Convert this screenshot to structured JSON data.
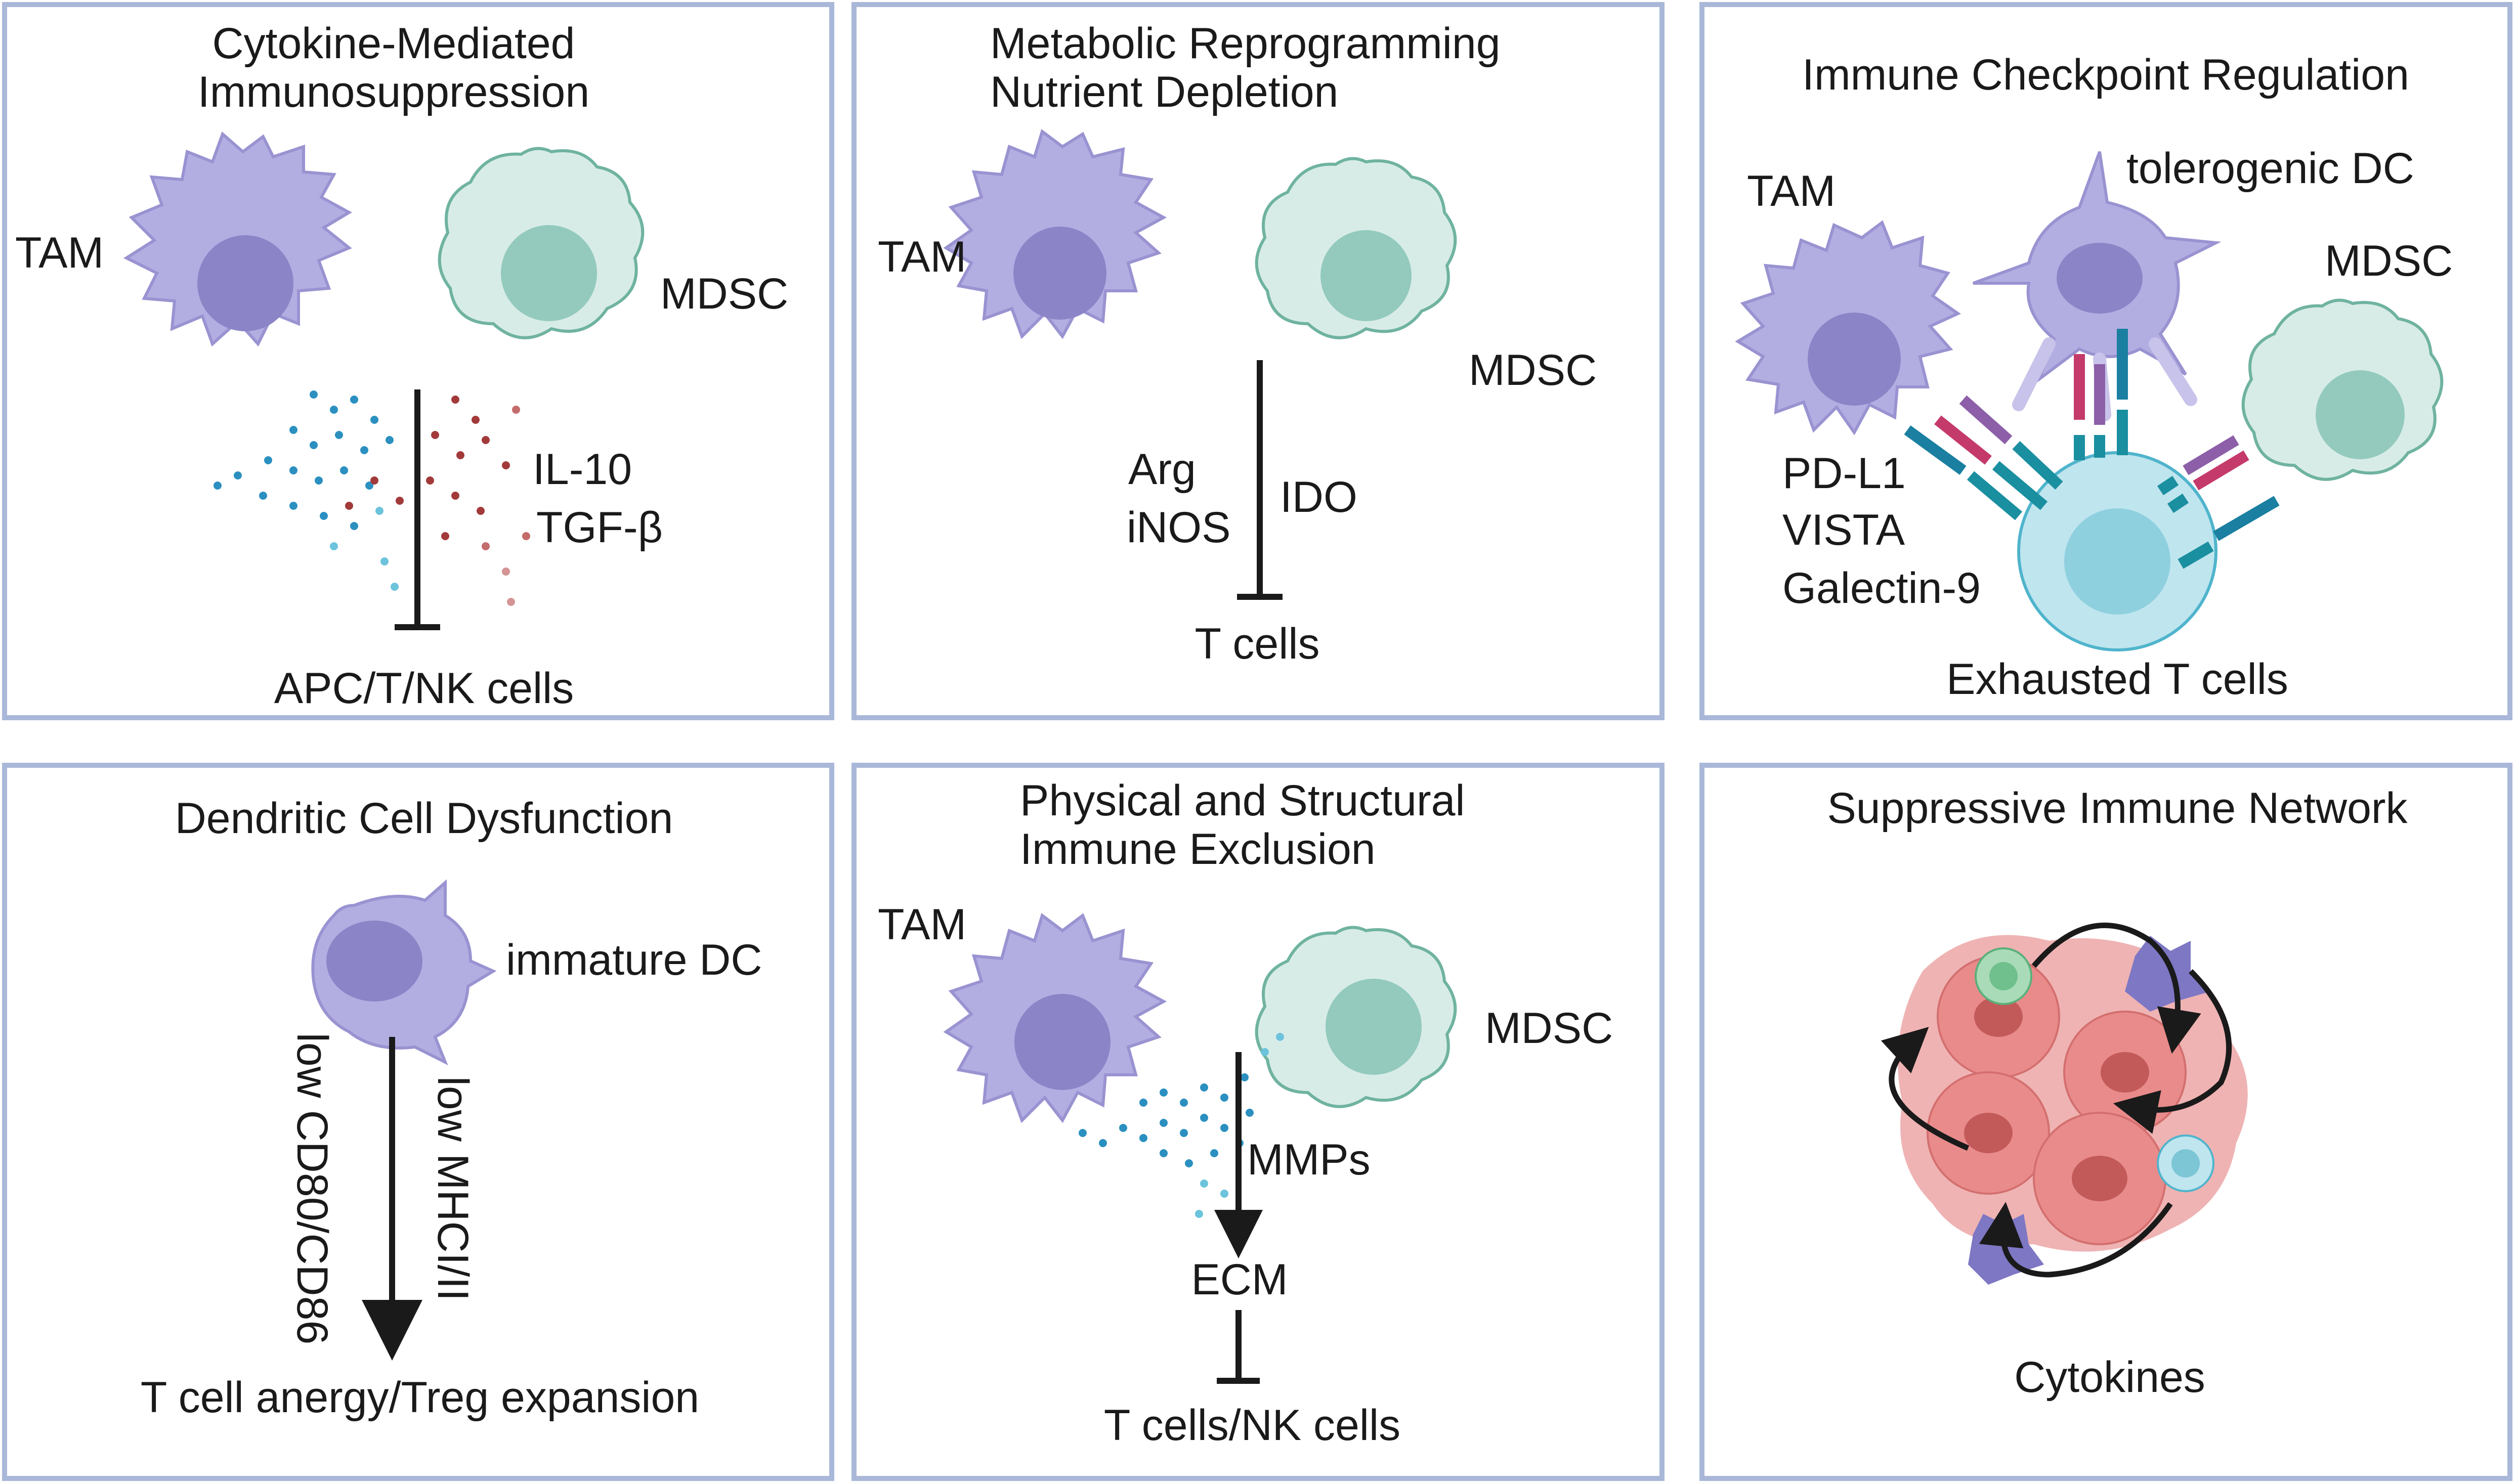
{
  "panels": {
    "cytokine": {
      "title_line1": "Cytokine-Mediated",
      "title_line2": "Immunosuppression",
      "tam": "TAM",
      "mdsc": "MDSC",
      "il10": "IL-10",
      "tgfb": "TGF-β",
      "target": "APC/T/NK cells"
    },
    "metabolic": {
      "title_line1": "Metabolic Reprogramming",
      "title_line2": "Nutrient Depletion",
      "tam": "TAM",
      "mdsc": "MDSC",
      "arg": "Arg",
      "inos": "iNOS",
      "ido": "IDO",
      "target": "T cells"
    },
    "checkpoint": {
      "title": "Immune Checkpoint Regulation",
      "tam": "TAM",
      "tol_dc": "tolerogenic DC",
      "mdsc": "MDSC",
      "pdl1": "PD-L1",
      "vista": "VISTA",
      "galectin": "Galectin-9",
      "target": "Exhausted T cells"
    },
    "dendritic": {
      "title": "Dendritic Cell Dysfunction",
      "immature": "immature DC",
      "low_cd": "low CD80/CD86",
      "low_mhc": "low MHCI/II",
      "target": "T cell anergy/Treg expansion"
    },
    "physical": {
      "title_line1": "Physical and Structural",
      "title_line2": "Immune Exclusion",
      "tam": "TAM",
      "mdsc": "MDSC",
      "mmps": "MMPs",
      "ecm": "ECM",
      "target": "T cells/NK cells"
    },
    "network": {
      "title": "Suppressive Immune Network",
      "cytokines": "Cytokines"
    }
  },
  "colors": {
    "border": "#a9b7d9",
    "tam_fill": "#b3aee2",
    "tam_nucleus": "#8b84c7",
    "mdsc_fill": "#d8ece7",
    "mdsc_nucleus": "#93cabd",
    "mdsc_edge": "#6fb3a0",
    "blue_dot": "#2b90c0",
    "red_dot": "#a33a3a",
    "tumor": "#e98b8b"
  }
}
